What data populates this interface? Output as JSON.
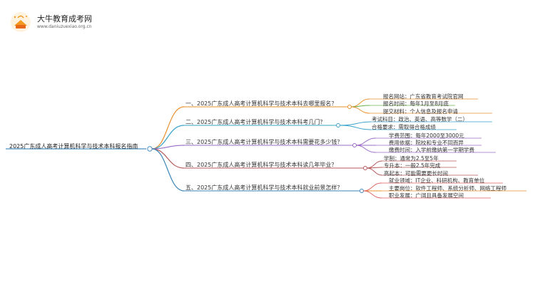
{
  "logo": {
    "title": "大牛教育成考网",
    "subtitle": "www.daniuzuexiao.org.cn"
  },
  "root": {
    "label": "2025广东成人高考计算机科学与技术本科报名指南"
  },
  "branches": [
    {
      "label": "一、2025广东成人高考计算机科学与技术本科去哪里报名？",
      "color": "#e8912e",
      "leaves": [
        "报名网站：广东省教育考试院官网",
        "报名时间：每年1月至8月底",
        "提交材料：个人信息及报名申请"
      ]
    },
    {
      "label": "二、2025广东成人高考计算机科学与技术本科考几门？",
      "color": "#3aa3c9",
      "leaves": [
        "考试科目：政治、英语、高等数学（二）",
        "合格要求：需取得合格成绩"
      ]
    },
    {
      "label": "三、2025广东成人高考计算机科学与技术本科需要花多少钱？",
      "color": "#9b6bc6",
      "leaves": [
        "学费范围：每年2000至3000元",
        "费用依据：院校和专业不同而异",
        "缴费时间：入学前缴纳第一学期学费"
      ]
    },
    {
      "label": "四、2025广东成人高考计算机科学与技术本科读几年毕业？",
      "color": "#b55a5a",
      "leaves": [
        "学制：通常为2.5至5年",
        "专升本：一般2.5年完成",
        "高起本：可能需要更长时间"
      ]
    },
    {
      "label": "五、2025广东成人高考计算机科学与技术本科就业前景怎样？",
      "color": "#3b86b5",
      "leaves": [
        "就业领域：IT企业、科研机构、教育单位",
        "主要岗位：软件工程师、系统分析师、网络工程师",
        "职业发展：广阔且具备发展空间"
      ]
    }
  ]
}
